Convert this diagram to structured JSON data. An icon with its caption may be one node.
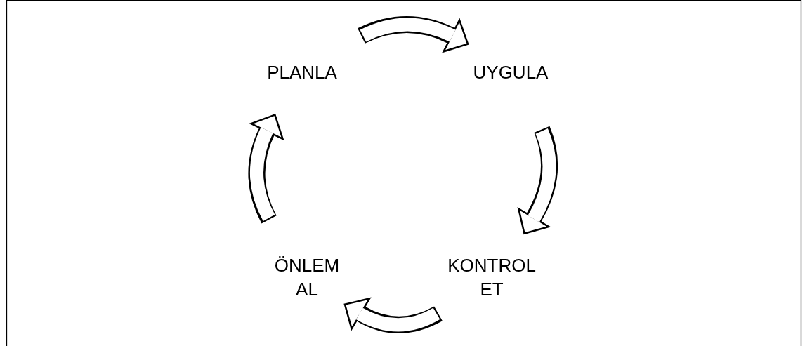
{
  "diagram": {
    "nodes": [
      {
        "text": [
          "PLANLA"
        ]
      },
      {
        "text": [
          "UYGULA"
        ]
      },
      {
        "text": [
          "KONTROL ET"
        ]
      },
      {
        "text": [
          "ÖNLEM AL"
        ]
      }
    ],
    "edges": [
      {
        "from": 0,
        "to": 1,
        "arrow": "to"
      },
      {
        "from": 1,
        "to": 2,
        "arrow": "to"
      },
      {
        "from": 2,
        "to": 3,
        "arrow": "to"
      },
      {
        "from": 3,
        "to": 0,
        "arrow": "to"
      }
    ]
  }
}
